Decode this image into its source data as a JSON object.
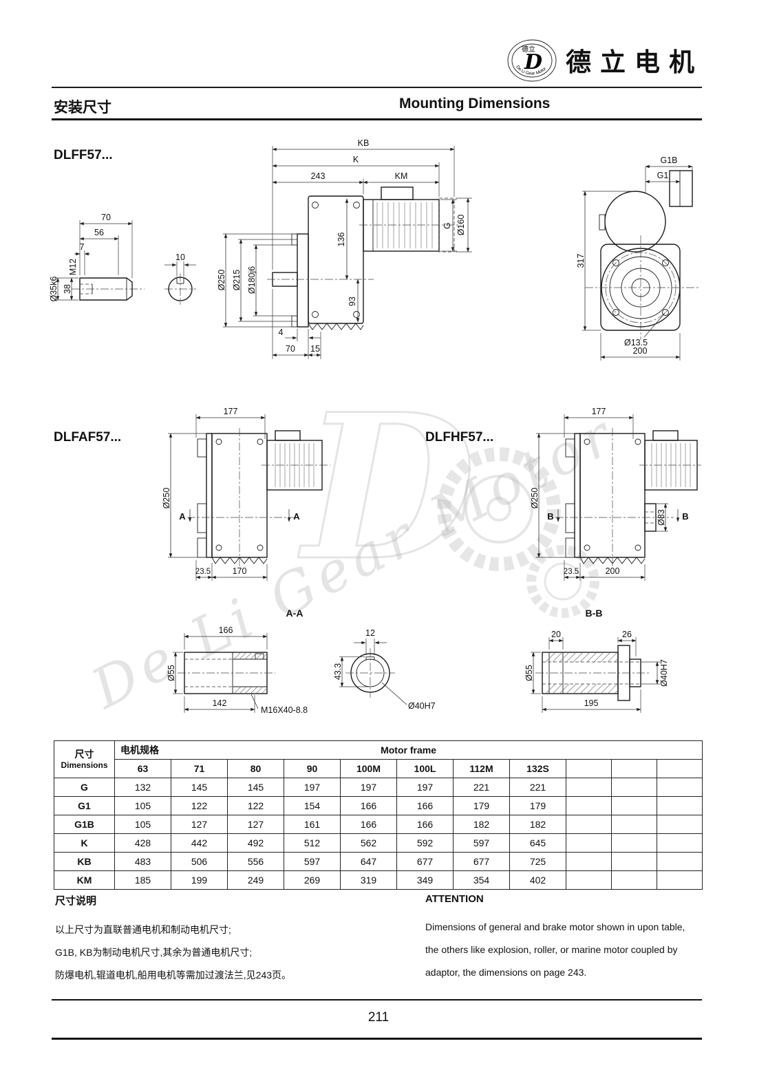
{
  "header": {
    "logo_zh": "德立",
    "logo_letter": "D",
    "logo_arc": "De Li Gear Motor",
    "brand": "德立电机"
  },
  "title": {
    "zh": "安装尺寸",
    "en": "Mounting Dimensions"
  },
  "watermark": {
    "letter": "D",
    "text": "De Li Gear Motor"
  },
  "models": {
    "dlff57": "DLFF57...",
    "dlfaf57": "DLFAF57...",
    "dlfhf57": "DLFHF57..."
  },
  "dlff57_shaft": {
    "d70": "70",
    "d56": "56",
    "d7": "7",
    "m12": "M12",
    "d10": "10",
    "d38": "38",
    "d35k6": "Ø35k6"
  },
  "dlff57_main": {
    "kb": "KB",
    "k": "K",
    "d243": "243",
    "km": "KM",
    "g": "G",
    "d160": "Ø160",
    "d136": "136",
    "d250": "Ø250",
    "d215": "Ø215",
    "d180": "Ø180j6",
    "d93": "93",
    "d4": "4",
    "d70": "70",
    "d15": "15"
  },
  "dlff57_side": {
    "g1b": "G1B",
    "g1": "G1",
    "d317": "317",
    "d13_5": "Ø13.5",
    "d200": "200"
  },
  "dlfaf57_view": {
    "d177": "177",
    "d250": "Ø250",
    "a": "A",
    "d23_5": "23.5",
    "d170": "170"
  },
  "dlfhf57_view": {
    "d177": "177",
    "d250": "Ø250",
    "d83": "Ø83",
    "b": "B",
    "d23_5": "23.5",
    "d200": "200"
  },
  "section_aa": {
    "title": "A-A",
    "d166": "166",
    "d55": "Ø55",
    "d142": "142",
    "m16": "M16X40-8.8",
    "d12": "12",
    "d43_3": "43.3",
    "d40h7": "Ø40H7"
  },
  "section_bb": {
    "title": "B-B",
    "d20": "20",
    "d26": "26",
    "d55": "Ø55",
    "d195": "195",
    "d40h7": "Ø40H7"
  },
  "table": {
    "dim_zh": "尺寸",
    "dim_en": "Dimensions",
    "frame_zh": "电机规格",
    "frame_en": "Motor frame",
    "columns": [
      "63",
      "71",
      "80",
      "90",
      "100M",
      "100L",
      "112M",
      "132S",
      "",
      "",
      ""
    ],
    "rows": [
      {
        "label": "G",
        "values": [
          "132",
          "145",
          "145",
          "197",
          "197",
          "197",
          "221",
          "221",
          "",
          "",
          ""
        ]
      },
      {
        "label": "G1",
        "values": [
          "105",
          "122",
          "122",
          "154",
          "166",
          "166",
          "179",
          "179",
          "",
          "",
          ""
        ]
      },
      {
        "label": "G1B",
        "values": [
          "105",
          "127",
          "127",
          "161",
          "166",
          "166",
          "182",
          "182",
          "",
          "",
          ""
        ]
      },
      {
        "label": "K",
        "values": [
          "428",
          "442",
          "492",
          "512",
          "562",
          "592",
          "597",
          "645",
          "",
          "",
          ""
        ]
      },
      {
        "label": "KB",
        "values": [
          "483",
          "506",
          "556",
          "597",
          "647",
          "677",
          "677",
          "725",
          "",
          "",
          ""
        ]
      },
      {
        "label": "KM",
        "values": [
          "185",
          "199",
          "249",
          "269",
          "319",
          "349",
          "354",
          "402",
          "",
          "",
          ""
        ]
      }
    ]
  },
  "notes": {
    "zh_title": "尺寸说明",
    "zh_lines": [
      "以上尺寸为直联普通电机和制动电机尺寸;",
      "G1B, KB为制动电机尺寸,其余为普通电机尺寸;",
      "防爆电机,辊道电机,船用电机等需加过渡法兰,见243页。"
    ],
    "en_title": "ATTENTION",
    "en_lines": [
      "Dimensions of general and brake motor shown in upon table,",
      "the others like explosion, roller, or marine motor coupled by",
      "adaptor, the dimensions on page 243."
    ]
  },
  "footer": {
    "page": "211"
  }
}
